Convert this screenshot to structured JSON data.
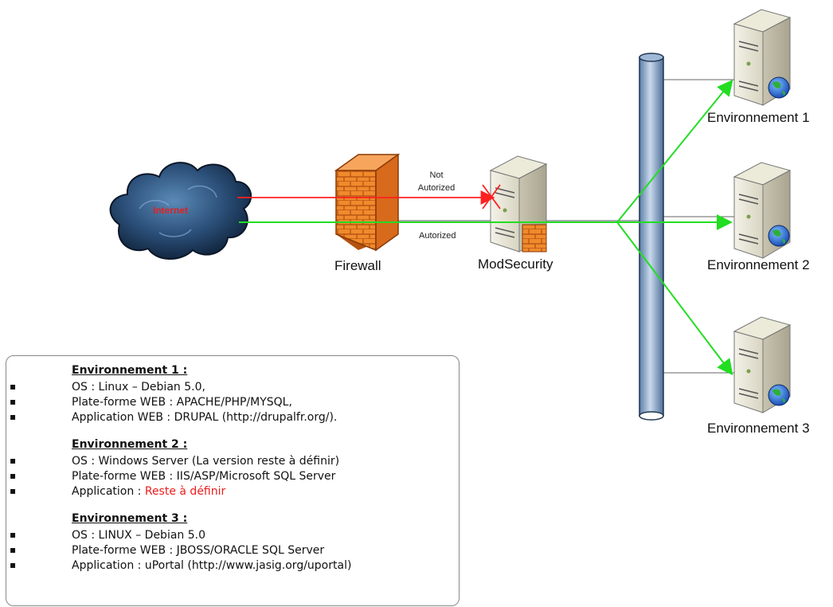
{
  "diagram": {
    "internet_label": "Internet",
    "firewall_label": "Firewall",
    "modsecurity_label": "ModSecurity",
    "not_authorized_line1": "Not",
    "not_authorized_line2": "Autorized",
    "authorized_label": "Autorized",
    "servers": [
      {
        "label": "Environnement 1"
      },
      {
        "label": "Environnement 2"
      },
      {
        "label": "Environnement 3"
      }
    ],
    "colors": {
      "denied": "#ff2020",
      "allowed": "#22dd22",
      "bus": "#7f9fc5",
      "firewall": "#f07a20"
    }
  },
  "info_box": {
    "environments": [
      {
        "title": "Environnement 1 :",
        "items": [
          {
            "prefix": "OS : Linux – Debian 5.0,",
            "highlight": ""
          },
          {
            "prefix": "Plate-forme WEB : APACHE/PHP/MYSQL,",
            "highlight": ""
          },
          {
            "prefix": "Application WEB : DRUPAL (http://drupalfr.org/).",
            "highlight": ""
          }
        ]
      },
      {
        "title": "Environnement 2 :",
        "items": [
          {
            "prefix": "OS : Windows Server (La version reste à définir)",
            "highlight": ""
          },
          {
            "prefix": "Plate-forme WEB : IIS/ASP/Microsoft SQL Server",
            "highlight": ""
          },
          {
            "prefix": "Application : ",
            "highlight": "Reste à définir"
          }
        ]
      },
      {
        "title": "Environnement 3 :",
        "items": [
          {
            "prefix": "OS : LINUX – Debian 5.0",
            "highlight": ""
          },
          {
            "prefix": "Plate-forme WEB : JBOSS/ORACLE SQL Server",
            "highlight": ""
          },
          {
            "prefix": "Application : uPortal (http://www.jasig.org/uportal)",
            "highlight": ""
          }
        ]
      }
    ]
  }
}
